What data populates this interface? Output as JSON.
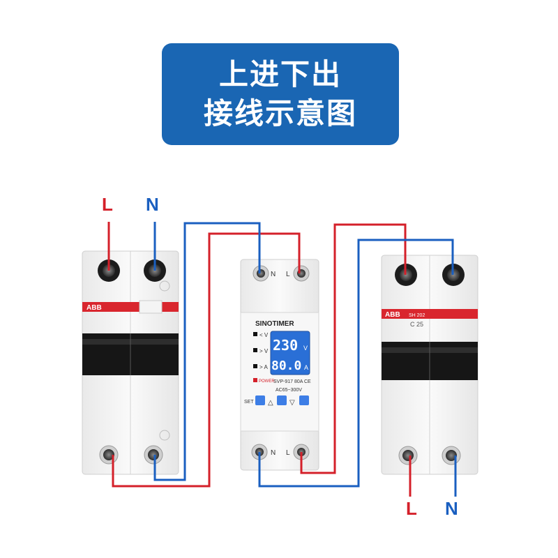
{
  "title": {
    "line1": "上进下出",
    "line2": "接线示意图"
  },
  "labels": {
    "top_l": "L",
    "top_n": "N",
    "bottom_l": "L",
    "bottom_n": "N"
  },
  "left_breaker": {
    "brand": "ABB"
  },
  "right_breaker": {
    "brand": "ABB",
    "model": "SH 202",
    "rating": "C 25"
  },
  "protector": {
    "brand": "SINOTIMER",
    "voltage_display": "230",
    "voltage_unit": "V",
    "current_display": "80.0",
    "current_unit": "A",
    "model_text": "SVP-917   80A   CE",
    "range_text": "AC65~300V",
    "power_label": "POWER",
    "set_label": "SET",
    "terminal_n": "N",
    "terminal_l": "L",
    "indicator_over_v": "> V",
    "indicator_under_v": "< V",
    "indicator_over_a": "> A",
    "btn_up": "△",
    "btn_down": "▽"
  },
  "colors": {
    "live": "#d4202a",
    "neutral": "#1a5fc0",
    "title_bg": "#1a66b3",
    "lcd_bg": "#2a6fd6"
  }
}
